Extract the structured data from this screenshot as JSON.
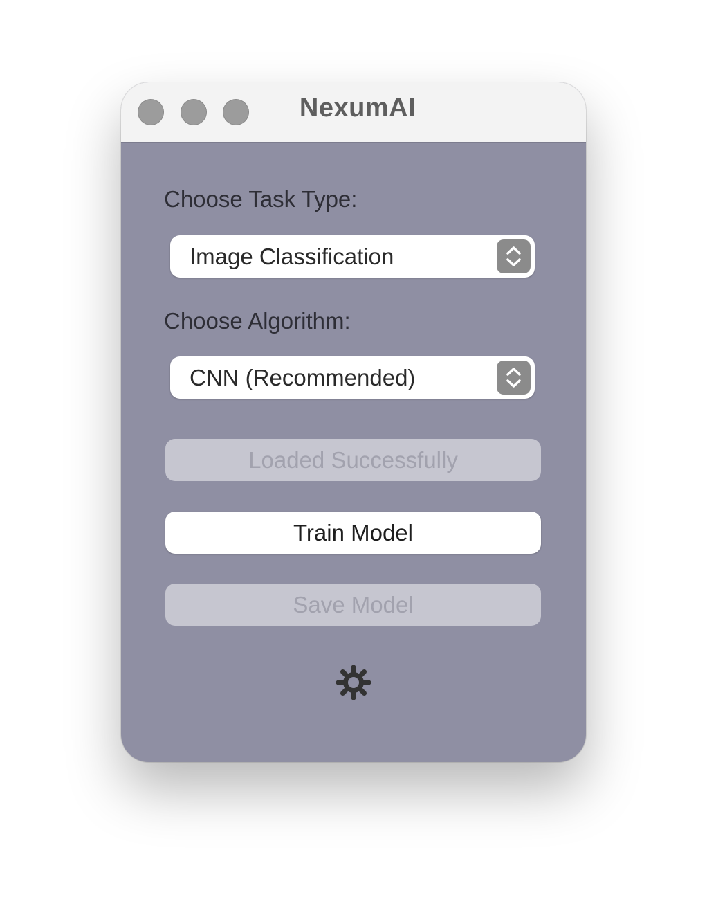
{
  "window": {
    "title": "NexumAI"
  },
  "form": {
    "task_type_label": "Choose Task Type:",
    "task_type_value": "Image Classification",
    "algorithm_label": "Choose Algorithm:",
    "algorithm_value": "CNN (Recommended)"
  },
  "buttons": {
    "loaded_label": "Loaded Successfully",
    "train_label": "Train Model",
    "save_label": "Save Model"
  },
  "icons": {
    "traffic_lights": [
      "close-icon",
      "minimize-icon",
      "zoom-icon"
    ],
    "stepper": "chevron-up-down-icon",
    "settings": "gear-icon"
  },
  "colors": {
    "window_background": "#8f8fa3",
    "titlebar_background": "#f3f3f3",
    "disabled_button": "#c6c6d0",
    "enabled_button": "#ffffff"
  }
}
